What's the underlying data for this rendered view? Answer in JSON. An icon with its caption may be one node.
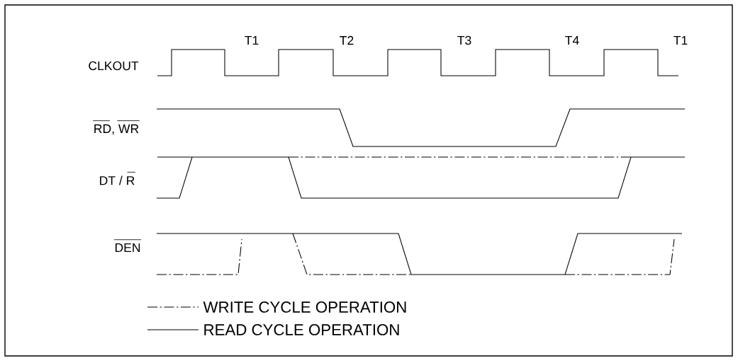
{
  "diagram": {
    "labels": [
      "T1",
      "T2",
      "T3",
      "T4",
      "T1",
      "CLKOUT",
      "RD, WR",
      "DT / R",
      "DEN"
    ],
    "legend": [
      {
        "text": "WRITE CYCLE OPERATION"
      },
      {
        "text": "READ CYCLE OPERATION"
      }
    ]
  }
}
